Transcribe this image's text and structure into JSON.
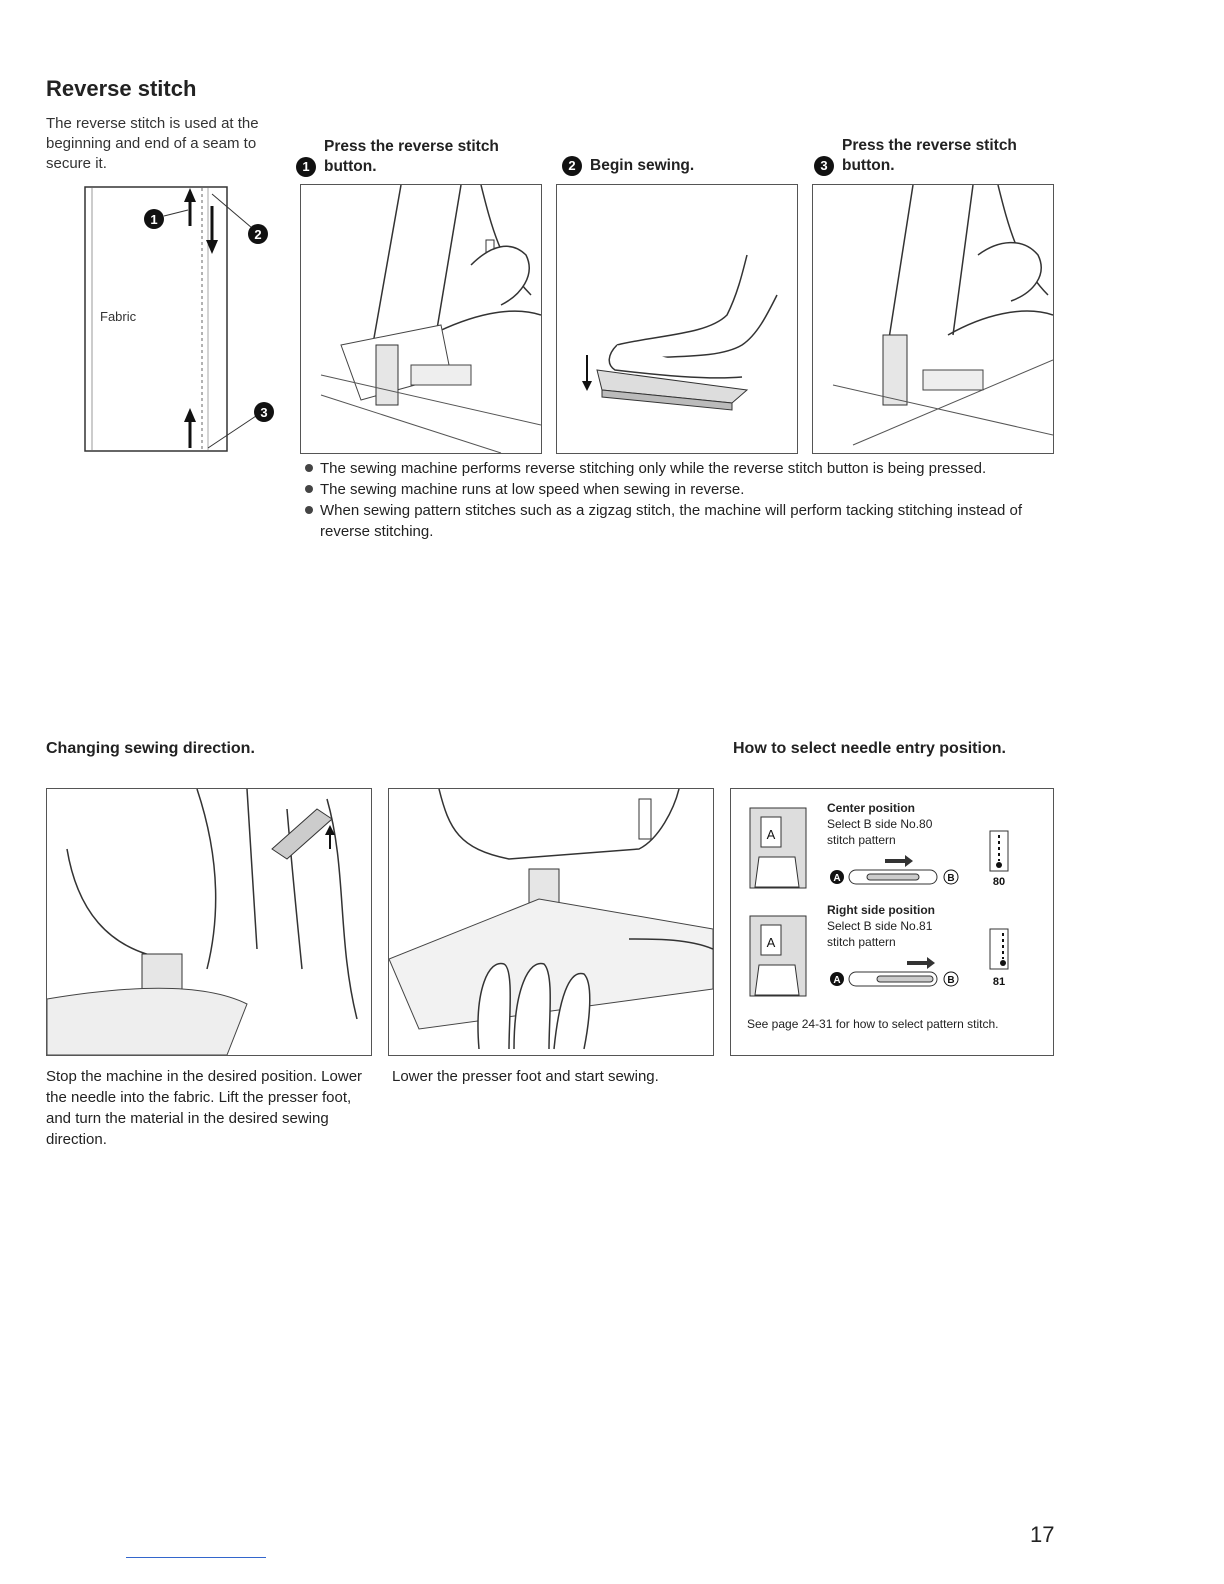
{
  "page": {
    "title": "Reverse stitch",
    "intro": "The reverse stitch is used at the beginning and end of a seam to secure it.",
    "page_number": "17"
  },
  "fabric_diagram": {
    "label": "Fabric",
    "markers": [
      "1",
      "2",
      "3"
    ]
  },
  "steps": [
    {
      "number": "1",
      "label": "Press the reverse stitch button."
    },
    {
      "number": "2",
      "label": "Begin sewing."
    },
    {
      "number": "3",
      "label": "Press the reverse stitch button."
    }
  ],
  "notes": [
    "The sewing machine performs reverse stitching only while the reverse stitch button is being pressed.",
    "The sewing machine runs at low speed when sewing in reverse.",
    "When sewing pattern stitches such as a zigzag stitch, the machine will perform tacking stitching instead of reverse stitching."
  ],
  "changing_direction": {
    "heading": "Changing sewing direction.",
    "caption_1": "Stop the machine in the desired position. Lower the needle into the fabric. Lift the presser foot, and turn the material in the desired sewing direction.",
    "caption_2": "Lower the presser foot and start sewing."
  },
  "needle_entry": {
    "heading": "How to select needle entry position.",
    "positions": [
      {
        "title": "Center position",
        "line1": "Select B side No.80",
        "line2": "stitch pattern",
        "code": "80",
        "left_label": "A",
        "right_label": "B",
        "foot_label": "A"
      },
      {
        "title": "Right side position",
        "line1": "Select B side No.81",
        "line2": "stitch pattern",
        "code": "81",
        "left_label": "A",
        "right_label": "B",
        "foot_label": "A"
      }
    ],
    "footnote": "See page 24-31 for how to select pattern stitch."
  }
}
